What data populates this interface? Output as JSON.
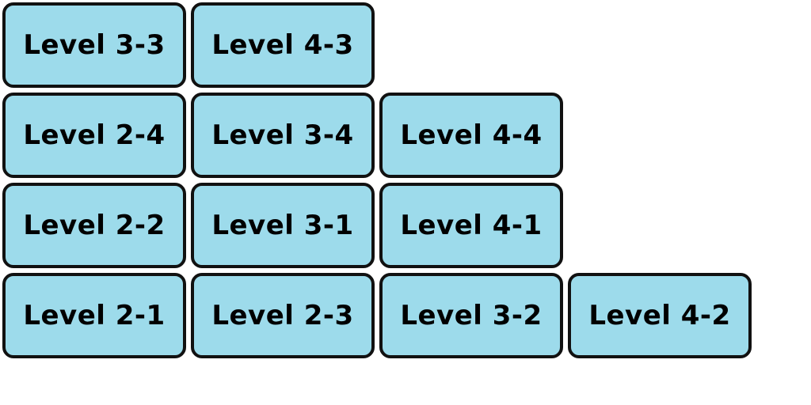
{
  "levels": {
    "row1": [
      "Level 3-3",
      "Level 4-3"
    ],
    "row2": [
      "Level 2-4",
      "Level 3-4",
      "Level 4-4"
    ],
    "row3": [
      "Level 2-2",
      "Level 3-1",
      "Level 4-1"
    ],
    "row4": [
      "Level 2-1",
      "Level 2-3",
      "Level 3-2",
      "Level 4-2"
    ]
  },
  "colors": {
    "button_fill": "#9ddbeb",
    "button_border": "#111111",
    "background": "#ffffff"
  }
}
